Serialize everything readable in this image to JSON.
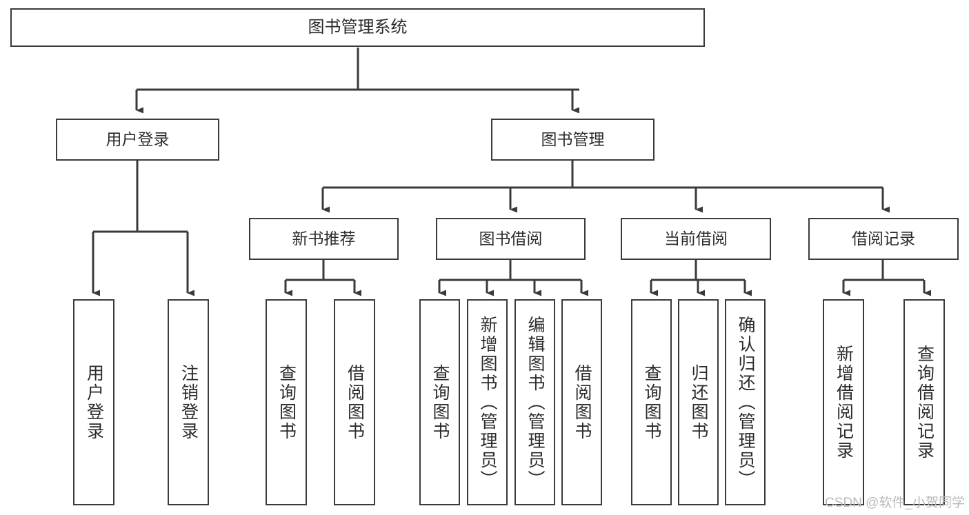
{
  "diagram": {
    "title": "图书管理系统",
    "type": "tree-hierarchy-diagram",
    "root": {
      "id": "root",
      "label": "图书管理系统"
    },
    "level2": [
      {
        "id": "user-login",
        "label": "用户登录"
      },
      {
        "id": "book-manage",
        "label": "图书管理"
      }
    ],
    "level3": [
      {
        "id": "new-book-recommend",
        "label": "新书推荐",
        "parent": "book-manage"
      },
      {
        "id": "book-borrow",
        "label": "图书借阅",
        "parent": "book-manage"
      },
      {
        "id": "current-borrow",
        "label": "当前借阅",
        "parent": "book-manage"
      },
      {
        "id": "borrow-record",
        "label": "借阅记录",
        "parent": "book-manage"
      }
    ],
    "leaves": {
      "user_login": [
        {
          "id": "leaf-user-login",
          "label": "用户登录"
        },
        {
          "id": "leaf-user-logout",
          "label": "注销登录"
        }
      ],
      "new_book_recommend": [
        {
          "id": "leaf-query-book-1",
          "label": "查询图书"
        },
        {
          "id": "leaf-borrow-book-1",
          "label": "借阅图书"
        }
      ],
      "book_borrow": [
        {
          "id": "leaf-query-book-2",
          "label": "查询图书"
        },
        {
          "id": "leaf-add-book",
          "label": "新增图书（管理员）"
        },
        {
          "id": "leaf-edit-book",
          "label": "编辑图书（管理员）"
        },
        {
          "id": "leaf-borrow-book-2",
          "label": "借阅图书"
        }
      ],
      "current_borrow": [
        {
          "id": "leaf-query-book-3",
          "label": "查询图书"
        },
        {
          "id": "leaf-return-book",
          "label": "归还图书"
        },
        {
          "id": "leaf-confirm-return",
          "label": "确认归还（管理员）"
        }
      ],
      "borrow_record": [
        {
          "id": "leaf-add-record",
          "label": "新增借阅记录"
        },
        {
          "id": "leaf-query-record",
          "label": "查询借阅记录"
        }
      ]
    }
  },
  "watermark": {
    "text": "CSDN @软件_小贺同学"
  },
  "colors": {
    "stroke": "#3a3a3a",
    "text": "#2b2b2b",
    "background": "#ffffff",
    "watermark": "#b9b9b9"
  }
}
